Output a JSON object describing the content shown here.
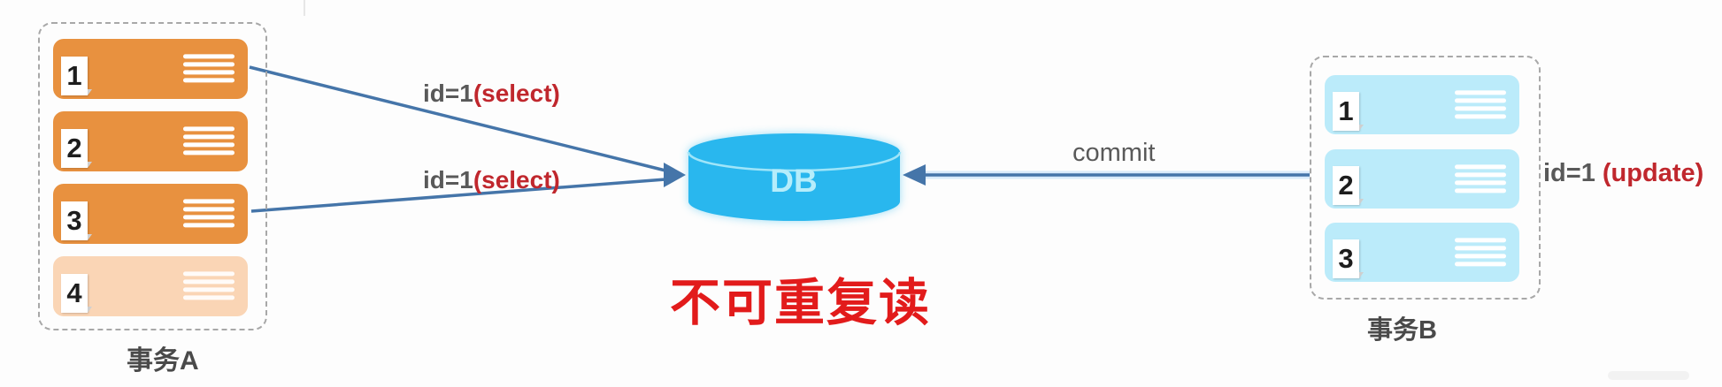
{
  "diagram": {
    "title": "不可重复读",
    "db_label": "DB",
    "transaction_a": {
      "label": "事务A",
      "rows": [
        {
          "num": "1"
        },
        {
          "num": "2"
        },
        {
          "num": "3"
        },
        {
          "num": "4"
        }
      ]
    },
    "transaction_b": {
      "label": "事务B",
      "rows": [
        {
          "num": "1"
        },
        {
          "num": "2"
        },
        {
          "num": "3"
        }
      ]
    },
    "labels": {
      "select_top": {
        "gray": "id=1",
        "red": "(select)"
      },
      "select_bottom": {
        "gray": "id=1",
        "red": "(select)"
      },
      "commit": "commit",
      "update": {
        "gray": "id=1",
        "red": " (update)"
      }
    },
    "colors": {
      "row_active_orange": "#e8913f",
      "row_inactive_orange": "#fad5b5",
      "row_blue": "#bbebfa",
      "db_blue": "#29b7ee",
      "db_seam_blue": "#9fe5f9",
      "db_text_blue": "#b5edfb",
      "arrow_blue": "#4575a9",
      "label_gray": "#595959",
      "label_red": "#c0272d",
      "title_red": "#e21b1b"
    }
  }
}
